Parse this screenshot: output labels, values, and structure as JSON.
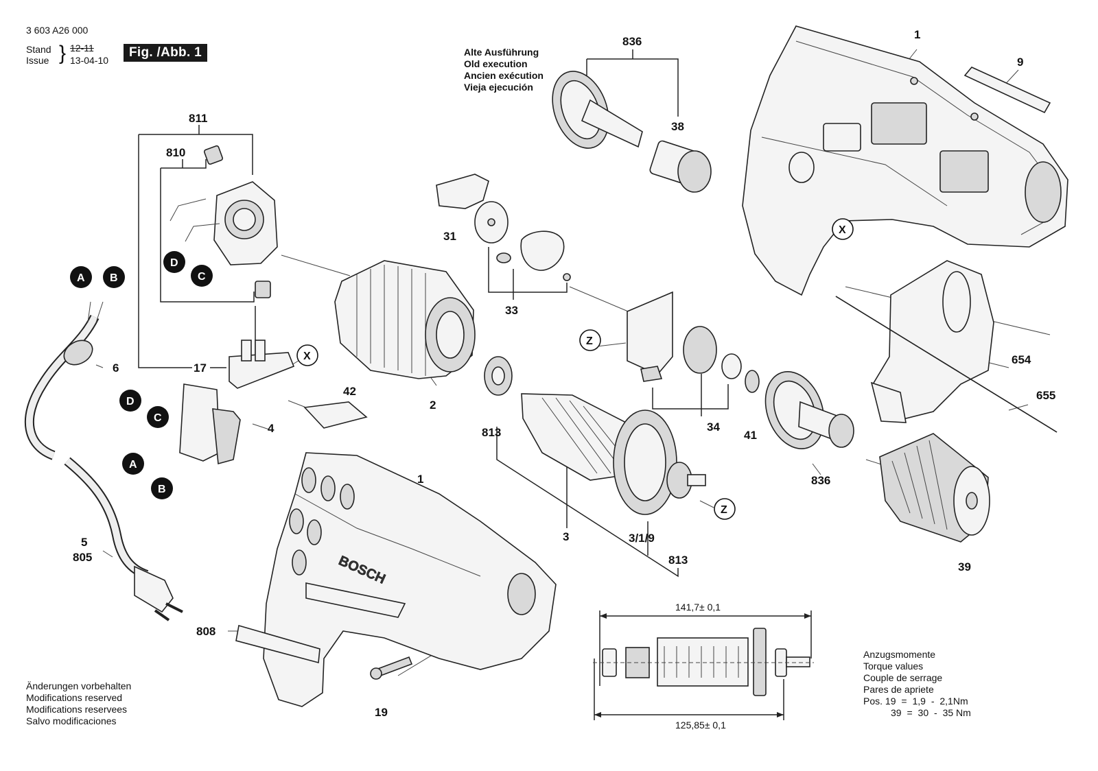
{
  "header": {
    "doc_number": "3 603 A26 000",
    "stand_label": "Stand",
    "issue_label": "Issue",
    "stand_value": "12-11",
    "issue_value": "13-04-10",
    "fig_tag": "Fig. /Abb. 1"
  },
  "old_execution": [
    "Alte Ausführung",
    "Old execution",
    "Ancien exécution",
    "Vieja ejecución"
  ],
  "modifications": [
    "Änderungen vorbehalten",
    "Modifications reserved",
    "Modifications reservees",
    "Salvo modificaciones"
  ],
  "torque": {
    "lines": [
      "Anzugsmomente",
      "Torque values",
      "Couple de serrage",
      "Pares de apriete"
    ],
    "pos_label": "Pos.",
    "rows": [
      {
        "pos": "19",
        "eq": "=",
        "min": "1,9",
        "dash": "-",
        "max": "2,1Nm"
      },
      {
        "pos": "39",
        "eq": "=",
        "min": "30",
        "dash": "-",
        "max": "35 Nm"
      }
    ]
  },
  "dimensions": {
    "top": "141,7± 0,1",
    "bottom": "125,85± 0,1"
  },
  "brand_text": "BOSCH",
  "part_labels": [
    {
      "id": "811",
      "text": "811"
    },
    {
      "id": "810",
      "text": "810"
    },
    {
      "id": "836a",
      "text": "836"
    },
    {
      "id": "38",
      "text": "38"
    },
    {
      "id": "1a",
      "text": "1"
    },
    {
      "id": "9",
      "text": "9"
    },
    {
      "id": "31",
      "text": "31"
    },
    {
      "id": "33",
      "text": "33"
    },
    {
      "id": "6",
      "text": "6"
    },
    {
      "id": "17",
      "text": "17"
    },
    {
      "id": "2",
      "text": "2"
    },
    {
      "id": "42",
      "text": "42"
    },
    {
      "id": "4",
      "text": "4"
    },
    {
      "id": "813a",
      "text": "813"
    },
    {
      "id": "34",
      "text": "34"
    },
    {
      "id": "41",
      "text": "41"
    },
    {
      "id": "654",
      "text": "654"
    },
    {
      "id": "655",
      "text": "655"
    },
    {
      "id": "836b",
      "text": "836"
    },
    {
      "id": "1b",
      "text": "1"
    },
    {
      "id": "3",
      "text": "3"
    },
    {
      "id": "319",
      "text": "3/1/9"
    },
    {
      "id": "813b",
      "text": "813"
    },
    {
      "id": "39",
      "text": "39"
    },
    {
      "id": "5",
      "text": "5"
    },
    {
      "id": "805",
      "text": "805"
    },
    {
      "id": "808",
      "text": "808"
    },
    {
      "id": "19",
      "text": "19"
    }
  ],
  "callouts": {
    "A": "A",
    "B": "B",
    "C": "C",
    "D": "D",
    "X": "X",
    "Z": "Z"
  }
}
